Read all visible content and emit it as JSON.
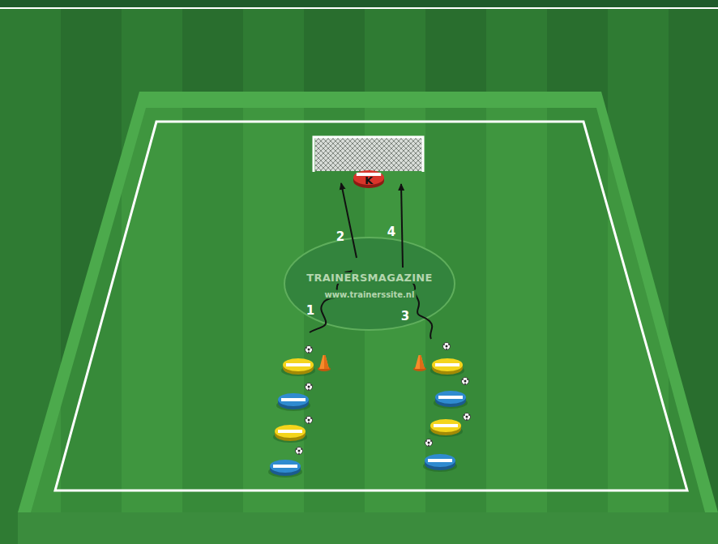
{
  "diagram": {
    "nodes": [
      {
        "text": [
          "K"
        ]
      }
    ],
    "labels": [
      "TRAINERSMAGAZINE",
      "www.trainerssite.nl",
      "1",
      "2",
      "3",
      "4"
    ]
  }
}
